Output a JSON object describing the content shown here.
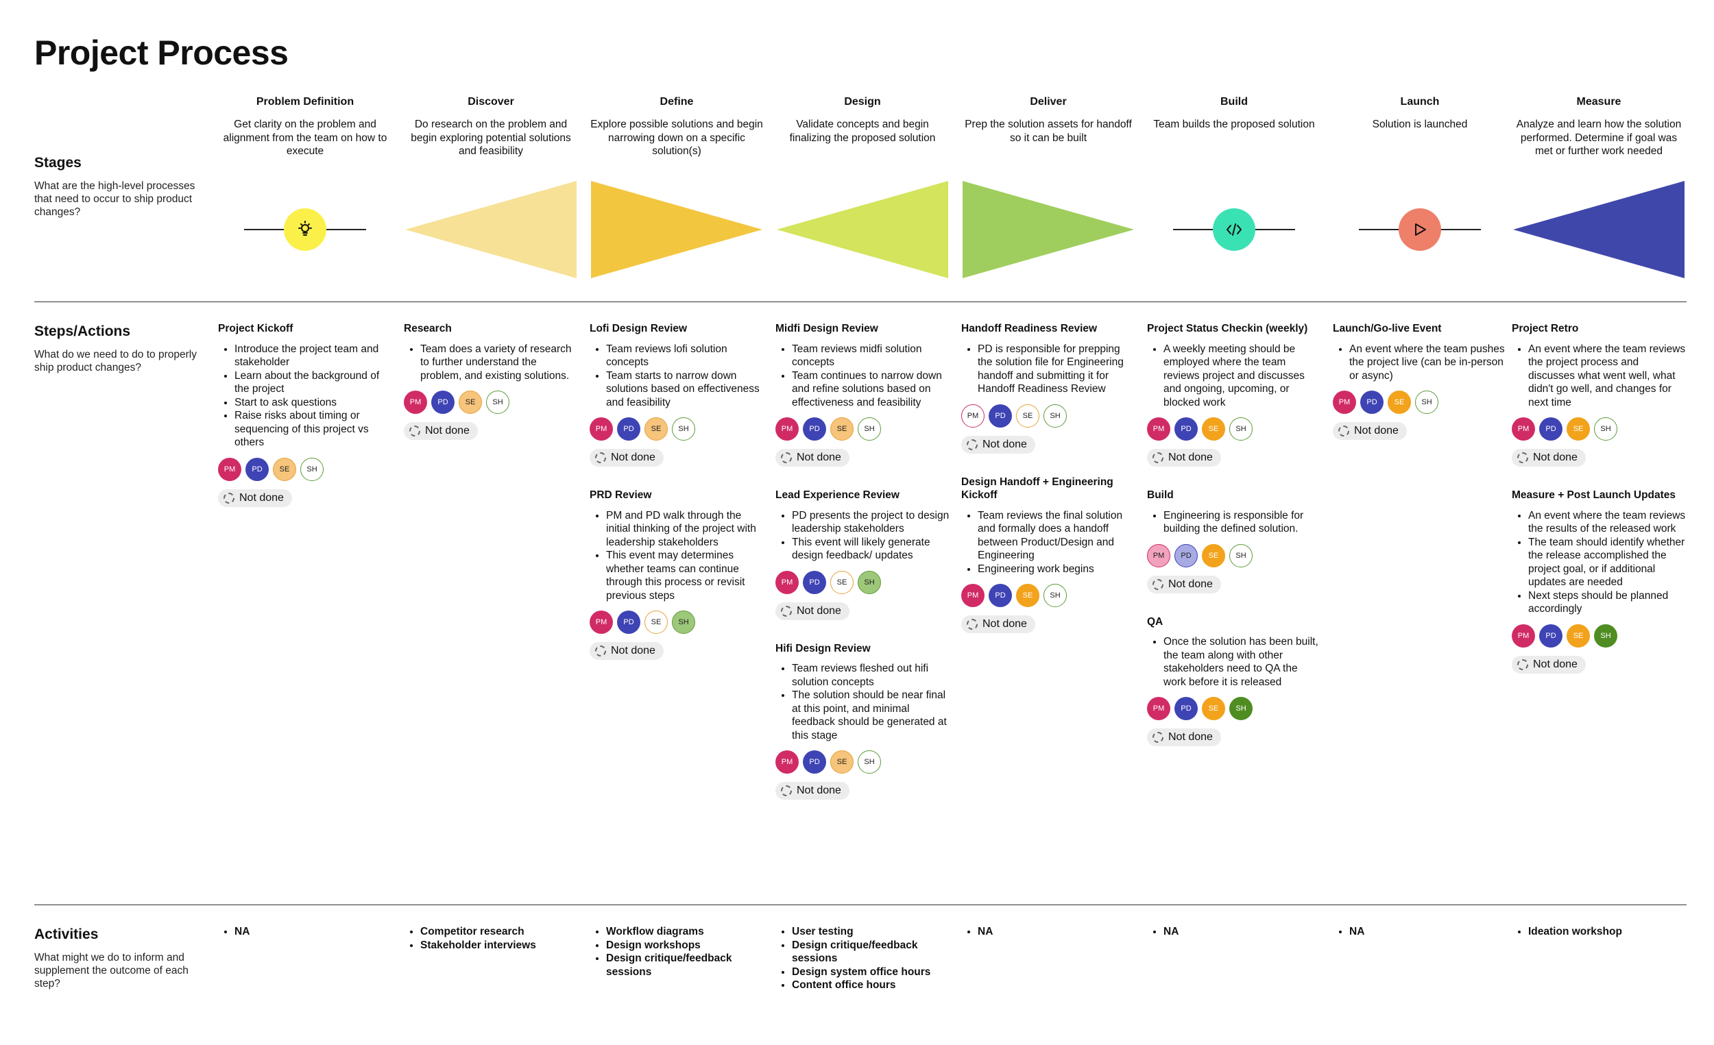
{
  "title": "Project Process",
  "sections": {
    "stages": {
      "title": "Stages",
      "desc": "What are the high-level processes that need to occur to ship product changes?"
    },
    "steps": {
      "title": "Steps/Actions",
      "desc": "What do we need to do to properly ship product changes?"
    },
    "activities": {
      "title": "Activities",
      "desc": "What might we do to inform and supplement the outcome of each step?"
    }
  },
  "colors": {
    "discover": "#f7e196",
    "define": "#f3c640",
    "design": "#d4e45c",
    "deliver": "#9fce5e",
    "measure": "#4047aa",
    "problem_circle": "#fbf04a",
    "build_circle": "#3ae2b3",
    "launch_circle": "#ee7f69"
  },
  "stages": [
    {
      "name": "Problem Definition",
      "desc": "Get clarity on the problem and alignment from the team on how to execute",
      "shape": "circle",
      "icon": "lightbulb-icon"
    },
    {
      "name": "Discover",
      "desc": "Do research on the problem and begin exploring potential solutions and feasibility",
      "shape": "triangle-left"
    },
    {
      "name": "Define",
      "desc": "Explore possible solutions and begin narrowing down on a specific solution(s)",
      "shape": "triangle-right"
    },
    {
      "name": "Design",
      "desc": "Validate concepts and begin finalizing the proposed solution",
      "shape": "triangle-left"
    },
    {
      "name": "Deliver",
      "desc": "Prep the solution assets for handoff so it can be built",
      "shape": "triangle-right"
    },
    {
      "name": "Build",
      "desc": "Team builds the proposed solution",
      "shape": "circle",
      "icon": "code-icon"
    },
    {
      "name": "Launch",
      "desc": "Solution is launched",
      "shape": "circle",
      "icon": "play-icon"
    },
    {
      "name": "Measure",
      "desc": "Analyze and learn how the solution performed. Determine if goal was met or further work needed",
      "shape": "triangle-left"
    }
  ],
  "avatar_labels": {
    "pm": "PM",
    "pd": "PD",
    "se": "SE",
    "sh": "SH"
  },
  "status_label": "Not done",
  "steps": [
    [
      {
        "title": "Project Kickoff",
        "bullets": [
          "Introduce the project team and stakeholder",
          "Learn about the background of the project",
          "Start to ask questions",
          "Raise risks about timing or sequencing of this project vs others"
        ],
        "avatars": [
          "pm",
          "pd",
          "se",
          "sh"
        ]
      }
    ],
    [
      {
        "title": "Research",
        "bullets": [
          "Team does a variety of research to further understand the problem, and existing solutions."
        ],
        "avatars": [
          "pm",
          "pd",
          "se",
          "sh"
        ]
      }
    ],
    [
      {
        "title": "Lofi Design Review",
        "bullets": [
          "Team reviews lofi solution concepts",
          "Team starts to narrow down solutions based on effectiveness and feasibility"
        ],
        "avatars": [
          "pm",
          "pd",
          "se",
          "sh"
        ]
      },
      {
        "title": "PRD Review",
        "bullets": [
          "PM and PD walk through the initial thinking of the project with leadership stakeholders",
          "This event may determines whether teams can continue through this process or revisit previous steps"
        ],
        "avatars": [
          "pm",
          "pd",
          "se-ol",
          "sh-light"
        ]
      }
    ],
    [
      {
        "title": "Midfi Design Review",
        "bullets": [
          "Team reviews midfi solution concepts",
          "Team continues to narrow down and refine solutions based on effectiveness and feasibility"
        ],
        "avatars": [
          "pm",
          "pd",
          "se",
          "sh"
        ]
      },
      {
        "title": "Lead Experience Review",
        "bullets": [
          "PD presents the project to design leadership stakeholders",
          "This event will likely generate design feedback/ updates"
        ],
        "avatars": [
          "pm",
          "pd",
          "se-ol",
          "sh-light"
        ]
      },
      {
        "title": "Hifi Design Review",
        "bullets": [
          "Team reviews fleshed out hifi solution concepts",
          "The solution should be near final at this point, and minimal feedback should be generated at this stage"
        ],
        "avatars": [
          "pm",
          "pd",
          "se",
          "sh"
        ]
      }
    ],
    [
      {
        "title": "Handoff Readiness Review",
        "bullets": [
          "PD is responsible for prepping the solution file for Engineering handoff and submitting it for Handoff Readiness Review"
        ],
        "avatars": [
          "pm-ol",
          "pd",
          "se-ol",
          "sh"
        ]
      },
      {
        "title": "Design Handoff + Engineering Kickoff",
        "bullets": [
          "Team reviews the final solution and formally does a handoff between Product/Design and Engineering",
          "Engineering work begins"
        ],
        "avatars": [
          "pm",
          "pd",
          "se-solid",
          "sh"
        ]
      }
    ],
    [
      {
        "title": "Project Status Checkin (weekly)",
        "bullets": [
          "A weekly meeting should be employed where the team reviews project and discusses and ongoing, upcoming, or blocked work"
        ],
        "avatars": [
          "pm",
          "pd",
          "se-solid",
          "sh"
        ]
      },
      {
        "title": "Build",
        "bullets": [
          "Engineering is responsible for building the defined solution."
        ],
        "avatars": [
          "pm-pale",
          "pd-pale",
          "se-solid",
          "sh"
        ]
      },
      {
        "title": "QA",
        "bullets": [
          "Once the solution has been built, the team along with other stakeholders need to QA the work before it is released"
        ],
        "avatars": [
          "pm",
          "pd",
          "se-solid",
          "sh-solid"
        ]
      }
    ],
    [
      {
        "title": "Launch/Go-live Event",
        "bullets": [
          "An event where the team pushes the project live (can be in-person or async)"
        ],
        "avatars": [
          "pm",
          "pd",
          "se-solid",
          "sh"
        ]
      }
    ],
    [
      {
        "title": "Project Retro",
        "bullets": [
          "An event where the team reviews the project process and discusses what went well, what didn't go well, and changes for next time"
        ],
        "avatars": [
          "pm",
          "pd",
          "se-solid",
          "sh"
        ]
      },
      {
        "title": "Measure + Post Launch Updates",
        "bullets": [
          "An event where the team reviews the results of the released work",
          "The team should identify whether the release accomplished the project goal, or if additional updates are needed",
          "Next steps should be planned accordingly"
        ],
        "avatars": [
          "pm",
          "pd",
          "se-solid",
          "sh-solid"
        ]
      }
    ]
  ],
  "activities": [
    [
      "NA"
    ],
    [
      "Competitor research",
      "Stakeholder interviews"
    ],
    [
      "Workflow diagrams",
      "Design workshops",
      "Design critique/feedback sessions"
    ],
    [
      "User testing",
      "Design critique/feedback sessions",
      "Design system office hours",
      "Content office hours"
    ],
    [
      "NA"
    ],
    [
      "NA"
    ],
    [
      "NA"
    ],
    [
      "Ideation workshop"
    ]
  ]
}
